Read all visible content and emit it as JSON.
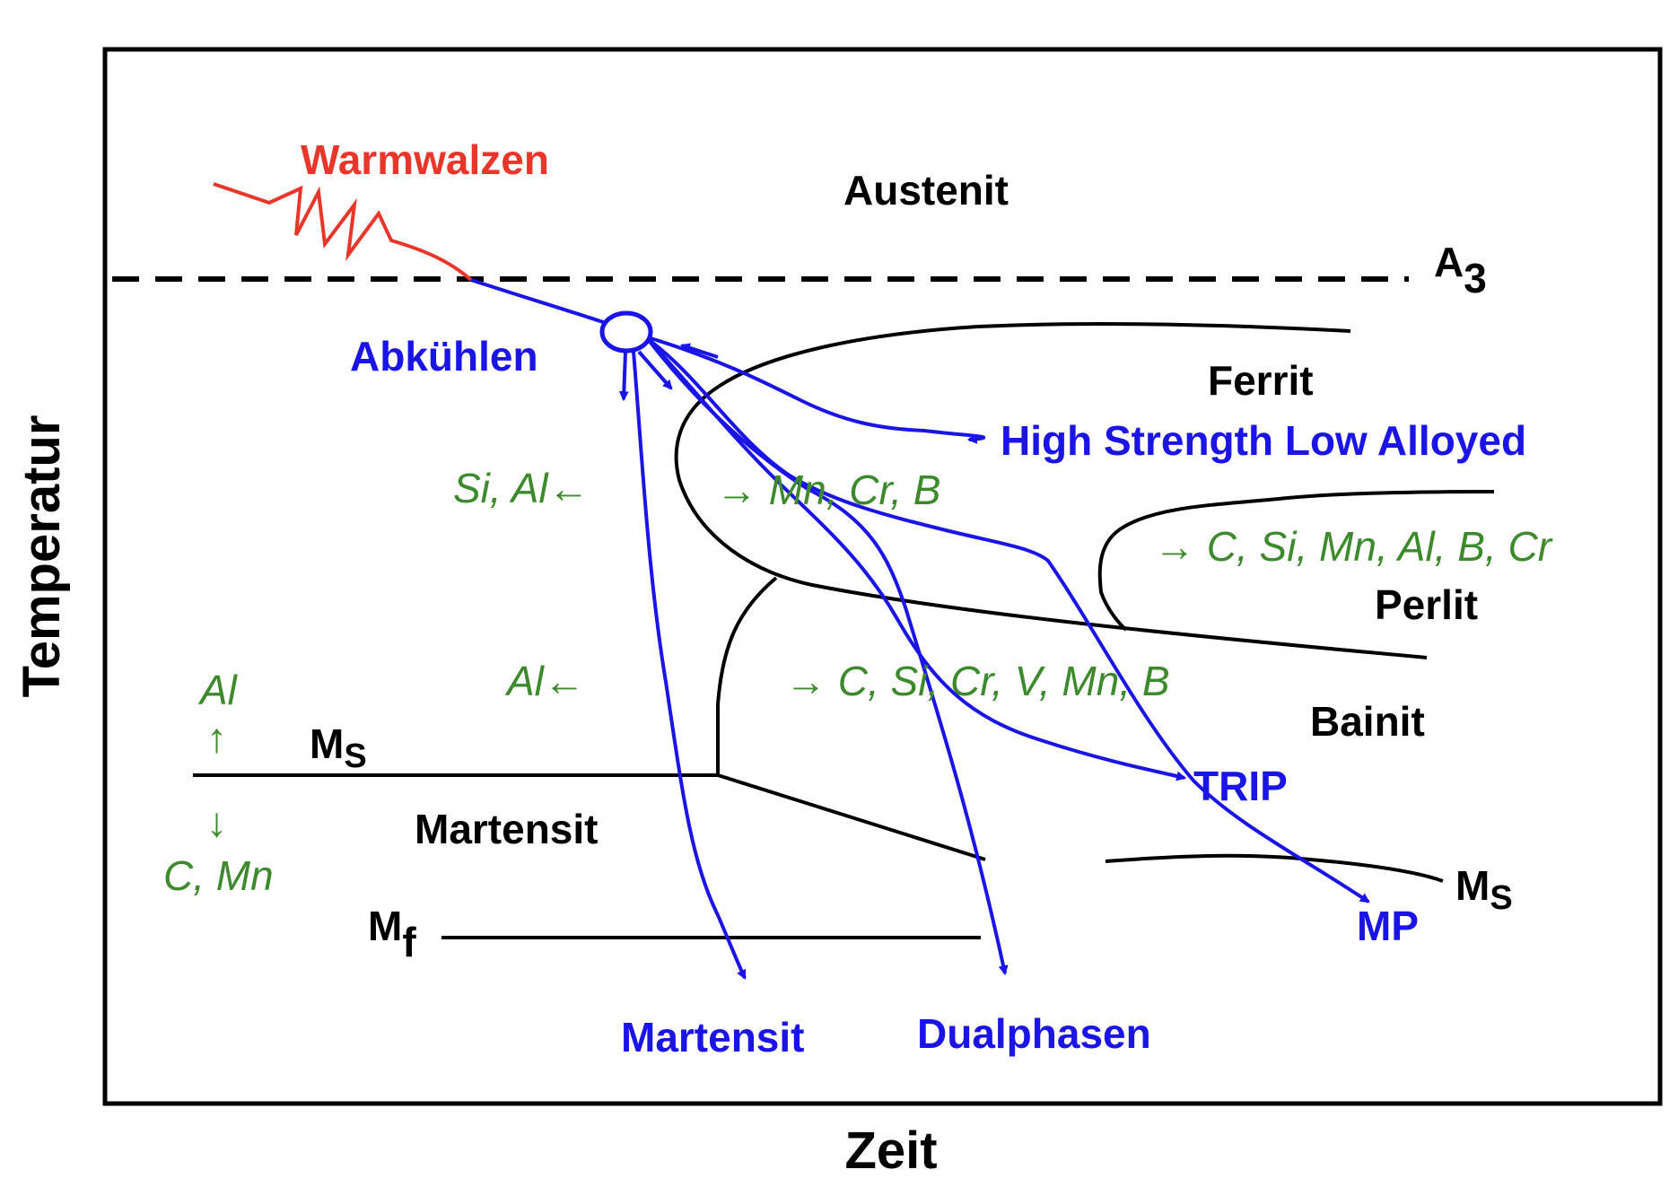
{
  "colors": {
    "frame": "#000000",
    "phase_lines": "#000000",
    "cooling_paths": "#1a14e6",
    "hot_rolling": "#e8372a",
    "alloying_elements": "#3c8a2c"
  },
  "axes": {
    "x_label": "Zeit",
    "y_label": "Temperatur"
  },
  "lines": {
    "a3": {
      "main": "A",
      "sub": "3"
    },
    "ms_left": {
      "main": "M",
      "sub": "S"
    },
    "ms_right": {
      "main": "M",
      "sub": "S"
    },
    "mf": {
      "main": "M",
      "sub": "f"
    }
  },
  "phases": {
    "austenit": "Austenit",
    "ferrit": "Ferrit",
    "perlit": "Perlit",
    "bainit": "Bainit",
    "martensit": "Martensit"
  },
  "process": {
    "hot_rolling": "Warmwalzen",
    "cooling": "Abkühlen"
  },
  "steel_types": {
    "hsla": "High Strength Low Alloyed",
    "trip": "TRIP",
    "mp": "MP",
    "martensit": "Martensit",
    "dualphasen": "Dualphasen"
  },
  "alloying": {
    "ferrit_left": "Si, Al←",
    "ferrit_right": "→  Mn, Cr, B",
    "perlit_right": "→  C, Si, Mn, Al, B, Cr",
    "bainit_left": "Al←",
    "bainit_right": "→  C, Si, Cr, V, Mn, B",
    "ms_up_element": "Al",
    "ms_up_arrow": "↑",
    "ms_down_arrow": "↓",
    "ms_down_element": "C, Mn"
  }
}
